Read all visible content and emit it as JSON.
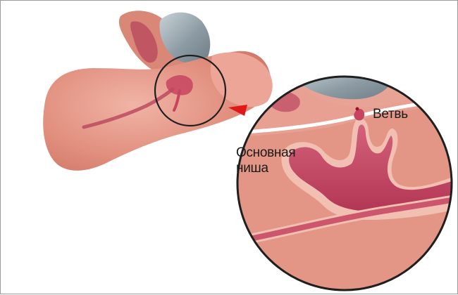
{
  "labels": {
    "main_niche_line1": "Основная",
    "main_niche_line2": "ниша",
    "branch": "Ветвь"
  },
  "colors": {
    "tissue": "#e08a80",
    "tissue_light": "#efb7aa",
    "lesion": "#c64460",
    "bone": "#8a9aa2",
    "outline": "#1f1f1f",
    "pointer": "#e01818"
  }
}
